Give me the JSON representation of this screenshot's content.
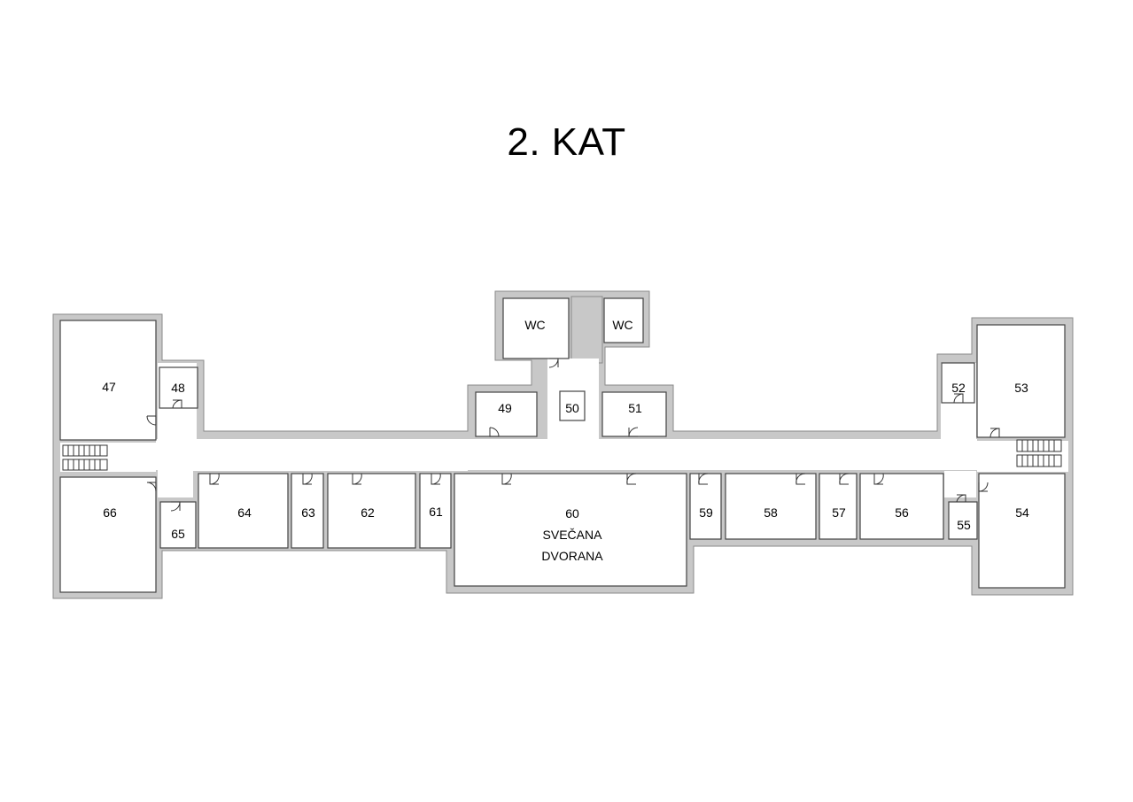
{
  "title": "2. KAT",
  "rooms": {
    "r47": "47",
    "r48": "48",
    "r49": "49",
    "r50": "50",
    "r51": "51",
    "r52": "52",
    "r53": "53",
    "r54": "54",
    "r55": "55",
    "r56": "56",
    "r57": "57",
    "r58": "58",
    "r59": "59",
    "r60": "60",
    "r60_line2": "SVEČANA",
    "r60_line3": "DVORANA",
    "r61": "61",
    "r62": "62",
    "r63": "63",
    "r64": "64",
    "r65": "65",
    "r66": "66",
    "wc_left": "WC",
    "wc_right": "WC"
  }
}
